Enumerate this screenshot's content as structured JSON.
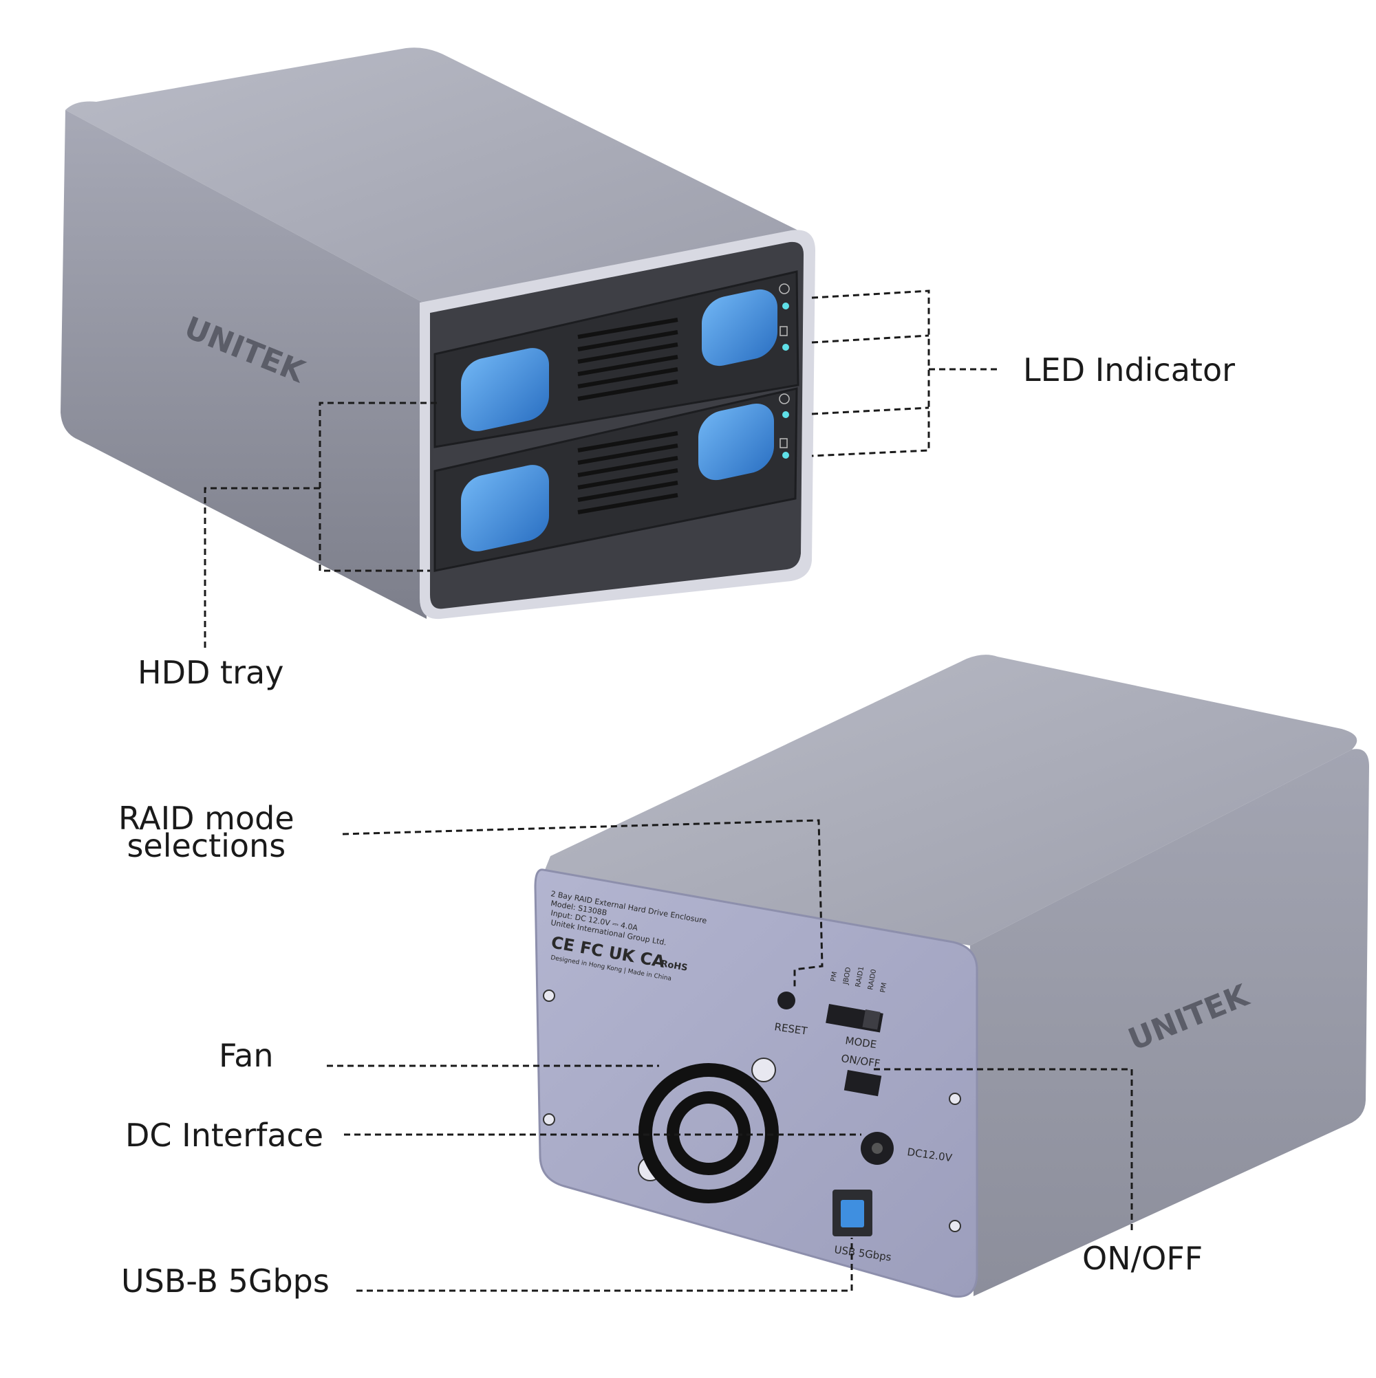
{
  "callouts": {
    "led_indicator": "LED Indicator",
    "hdd_tray": "HDD tray",
    "raid_mode_line1": "RAID mode",
    "raid_mode_line2": "selections",
    "fan": "Fan",
    "dc_interface": "DC Interface",
    "usb_b": "USB-B 5Gbps",
    "on_off": "ON/OFF"
  },
  "brand": {
    "logo_text": "UNITEK"
  },
  "rear_panel": {
    "label_lines": [
      "2 Bay RAID External Hard Drive Enclosure",
      "Model: S1308B",
      "Input: DC 12.0V ⎓ 4.0A",
      "Unitek International Group Ltd."
    ],
    "cert_marks": "CE FC UK CA",
    "rohs_mark": "RoHS",
    "designed_text": "Designed in Hong Kong | Made in China",
    "mode_options": [
      "PM",
      "JBOD",
      "RAID1",
      "RAID0",
      "PM"
    ],
    "reset_label": "RESET",
    "mode_label": "MODE",
    "onoff_label": "ON/OFF",
    "dc_label": "DC12.0V",
    "usb_label": "USB 5Gbps"
  },
  "colors": {
    "body_light": "#c3c5cf",
    "body_dark": "#8a8c98",
    "front_bezel": "#3e3f45",
    "tray": "#2c2d31",
    "tray_handle_blue": "#3f8fe0",
    "led_cyan": "#5fe0e8",
    "rear_panel": "#a6a8c4",
    "leader_line": "#1a1a1a"
  }
}
